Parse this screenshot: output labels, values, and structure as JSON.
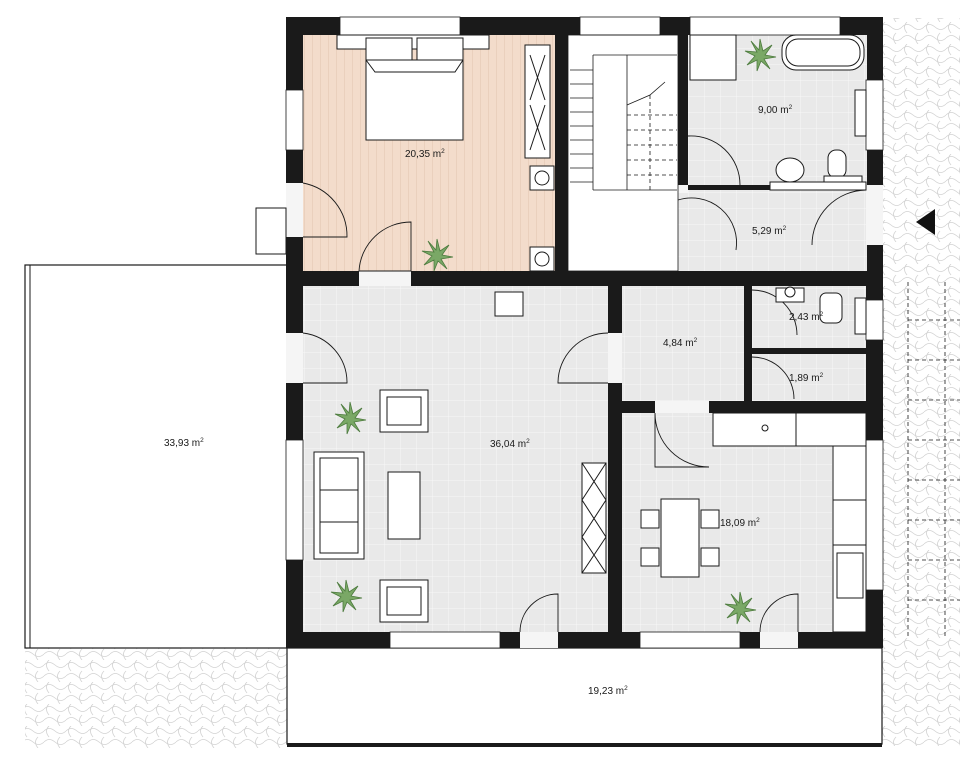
{
  "plan": {
    "rooms": [
      {
        "id": "bedroom",
        "area_label": "20,35 m",
        "unit_sup": "2"
      },
      {
        "id": "bathroom",
        "area_label": "9,00 m",
        "unit_sup": "2"
      },
      {
        "id": "hall-upper",
        "area_label": "5,29 m",
        "unit_sup": "2"
      },
      {
        "id": "wc",
        "area_label": "2,43 m",
        "unit_sup": "2"
      },
      {
        "id": "storage",
        "area_label": "1,89 m",
        "unit_sup": "2"
      },
      {
        "id": "hall",
        "area_label": "4,84 m",
        "unit_sup": "2"
      },
      {
        "id": "living-room",
        "area_label": "36,04 m",
        "unit_sup": "2"
      },
      {
        "id": "kitchen-dining",
        "area_label": "18,09 m",
        "unit_sup": "2"
      },
      {
        "id": "terrace-side",
        "area_label": "33,93 m",
        "unit_sup": "2"
      },
      {
        "id": "terrace-front",
        "area_label": "19,23 m",
        "unit_sup": "2"
      }
    ],
    "colors": {
      "wall": "#1a1a1a",
      "tile_floor": "#e9e9e9",
      "wood_floor": "#f3dccb",
      "paving_pattern": "#cfcfcf",
      "plant": "#6f9e5c"
    },
    "north_marker": "triangle-left-icon"
  }
}
